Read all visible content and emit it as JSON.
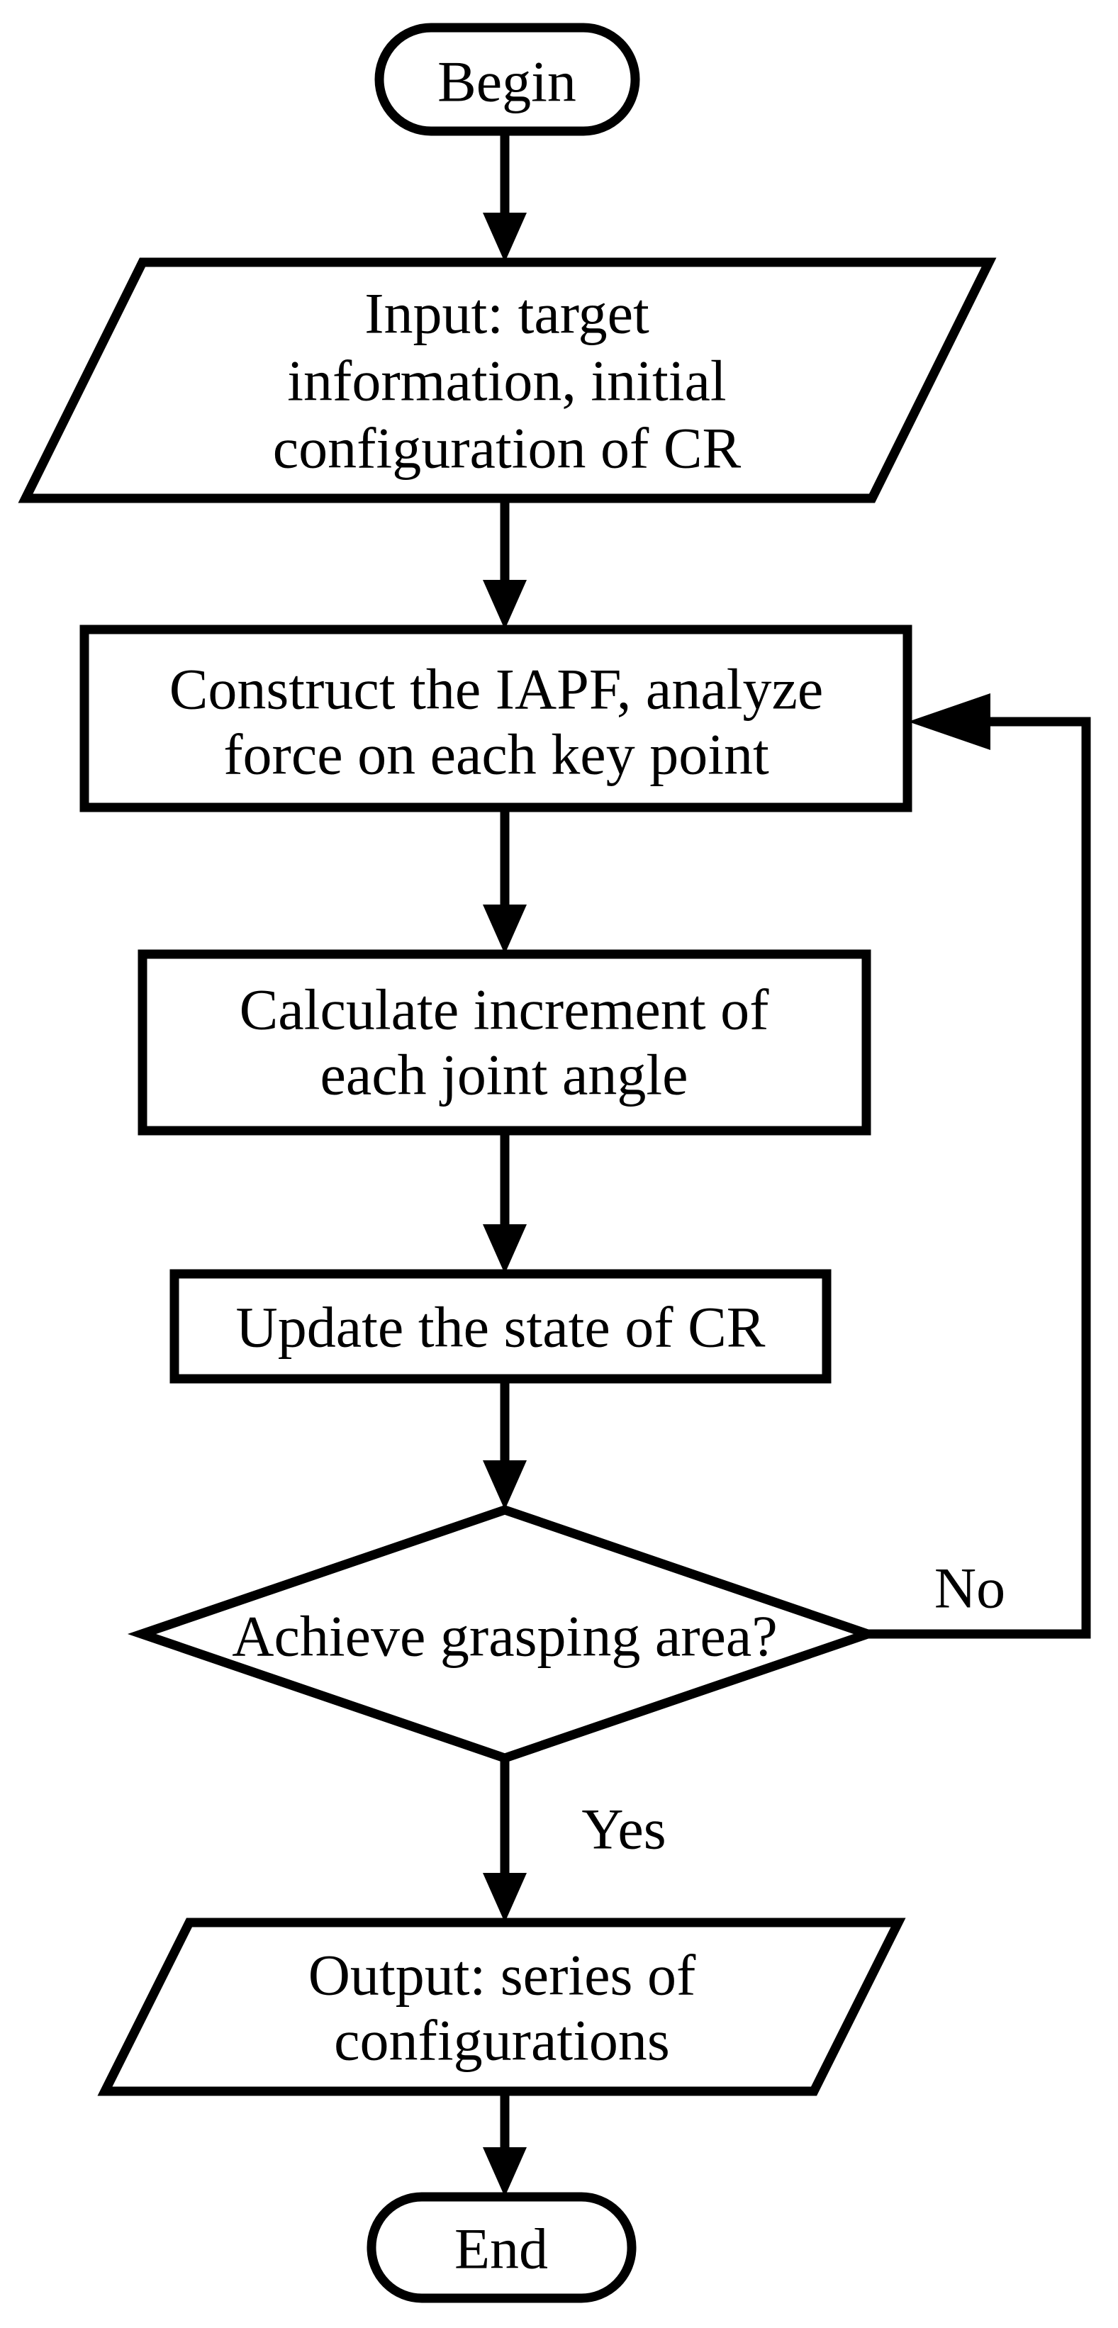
{
  "diagram": {
    "type": "flowchart",
    "colors": {
      "background": "#ffffff",
      "stroke": "#000000",
      "fill": "#ffffff",
      "text": "#000000"
    },
    "nodes": {
      "begin": {
        "type": "terminator",
        "label": "Begin"
      },
      "input": {
        "type": "input-output",
        "lines": [
          "Input: target",
          "information, initial",
          "configuration of CR"
        ]
      },
      "construct": {
        "type": "process",
        "lines": [
          "Construct the IAPF, analyze",
          "force on each key point"
        ]
      },
      "calculate": {
        "type": "process",
        "lines": [
          "Calculate increment of",
          "each joint angle"
        ]
      },
      "update": {
        "type": "process",
        "label": "Update the state of CR"
      },
      "decision": {
        "type": "decision",
        "label": "Achieve grasping area?"
      },
      "output": {
        "type": "input-output",
        "lines": [
          "Output: series of",
          "configurations"
        ]
      },
      "end": {
        "type": "terminator",
        "label": "End"
      }
    },
    "edges": {
      "yes_label": "Yes",
      "no_label": "No"
    }
  }
}
